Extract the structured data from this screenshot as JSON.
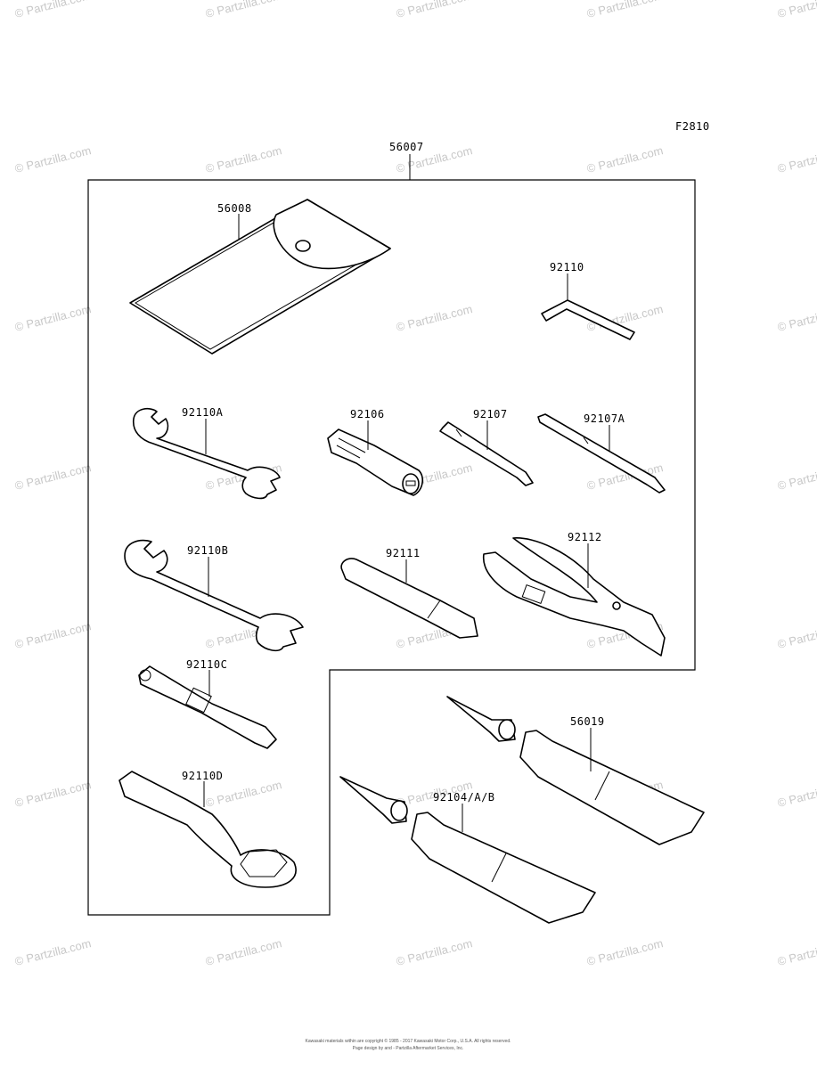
{
  "figure_code": "F2810",
  "watermark_text": "© Partzilla.com",
  "copyright_lines": [
    "Kawasaki materials within are copyright © 1985 - 2017 Kawasaki Motor Corp., U.S.A. All rights reserved.",
    "Page design by and - Partzilla Aftermarket Services, Inc."
  ],
  "group": {
    "part_number": "56007"
  },
  "parts": [
    {
      "id": "p56008",
      "part_number": "56008",
      "item": "tool-bag"
    },
    {
      "id": "p92110",
      "part_number": "92110",
      "item": "hex-key"
    },
    {
      "id": "p92110A",
      "part_number": "92110A",
      "item": "open-end-wrench"
    },
    {
      "id": "p92106",
      "part_number": "92106",
      "item": "screwdriver-handle"
    },
    {
      "id": "p92107",
      "part_number": "92107",
      "item": "screwdriver-bit"
    },
    {
      "id": "p92107A",
      "part_number": "92107A",
      "item": "screwdriver-bit"
    },
    {
      "id": "p92110B",
      "part_number": "92110B",
      "item": "open-end-wrench"
    },
    {
      "id": "p92111",
      "part_number": "92111",
      "item": "extension-bar"
    },
    {
      "id": "p92112",
      "part_number": "92112",
      "item": "pliers"
    },
    {
      "id": "p92110C",
      "part_number": "92110C",
      "item": "spark-plug-wrench"
    },
    {
      "id": "p56019",
      "part_number": "56019",
      "item": "grease-tube"
    },
    {
      "id": "p92110D",
      "part_number": "92110D",
      "item": "ring-wrench"
    },
    {
      "id": "p92104",
      "part_number": "92104/A/B",
      "item": "grease-tube"
    }
  ]
}
